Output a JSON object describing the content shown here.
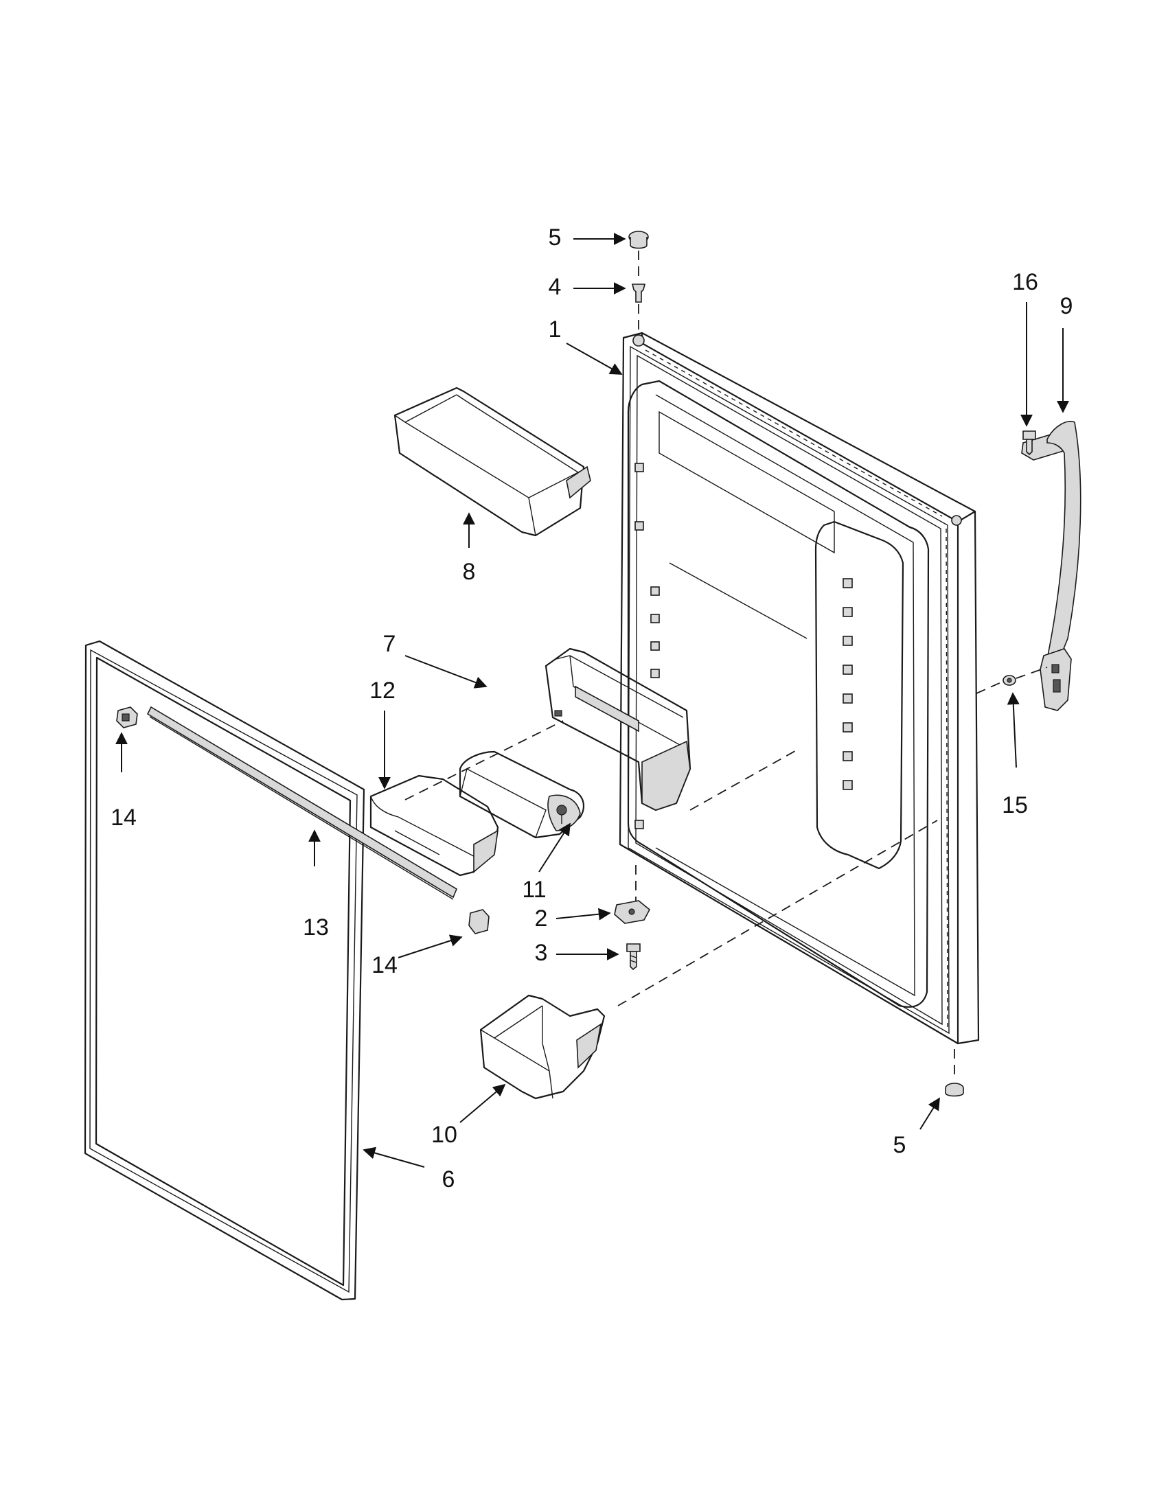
{
  "callouts": {
    "c1": "1",
    "c2": "2",
    "c3": "3",
    "c4": "4",
    "c5_top": "5",
    "c5_bottom": "5",
    "c6": "6",
    "c7": "7",
    "c8": "8",
    "c9": "9",
    "c10": "10",
    "c11": "11",
    "c12": "12",
    "c13": "13",
    "c14_top": "14",
    "c14_bottom": "14",
    "c15": "15",
    "c16": "16"
  }
}
